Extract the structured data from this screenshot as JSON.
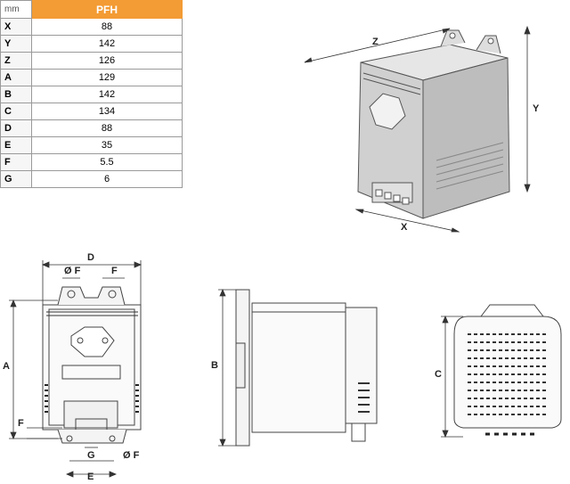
{
  "table": {
    "unit_header": "mm",
    "model_header": "PFH",
    "rows": [
      {
        "label": "X",
        "value": "88"
      },
      {
        "label": "Y",
        "value": "142"
      },
      {
        "label": "Z",
        "value": "126"
      },
      {
        "label": "A",
        "value": "129"
      },
      {
        "label": "B",
        "value": "142"
      },
      {
        "label": "C",
        "value": "134"
      },
      {
        "label": "D",
        "value": "88"
      },
      {
        "label": "E",
        "value": "35"
      },
      {
        "label": "F",
        "value": "5.5"
      },
      {
        "label": "G",
        "value": "6"
      }
    ]
  },
  "iso_view": {
    "z": "Z",
    "y": "Y",
    "x": "X"
  },
  "front_view": {
    "d": "D",
    "phi_f_top": "Ø F",
    "f_top": "F",
    "a": "A",
    "f_side": "F",
    "g": "G",
    "phi_f_bottom": "Ø F",
    "e": "E"
  },
  "side_view": {
    "b": "B"
  },
  "back_view": {
    "c": "C"
  }
}
